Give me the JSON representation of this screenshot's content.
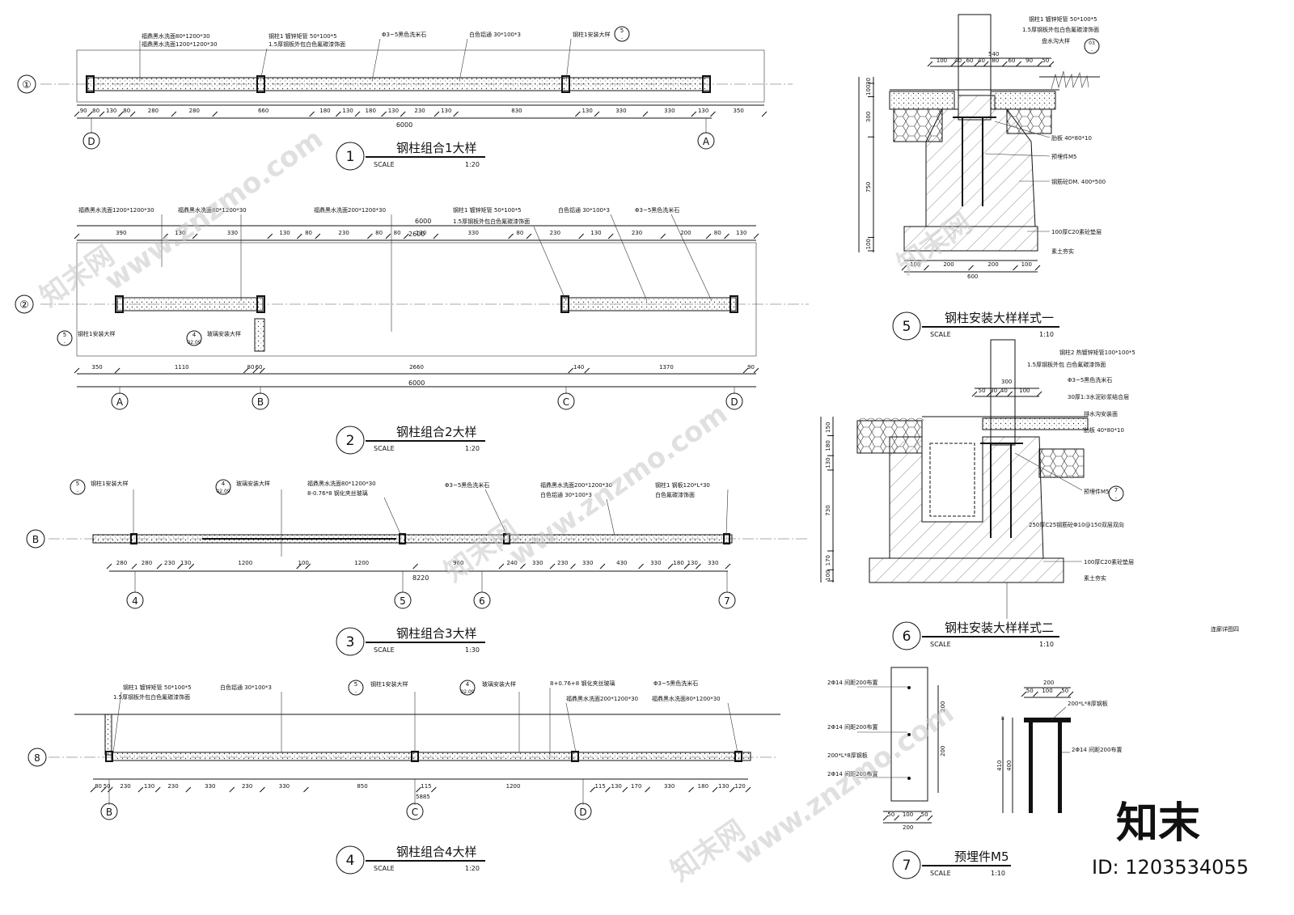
{
  "drawings": {
    "d1": {
      "num": "1",
      "title": "钢柱组合1大样",
      "scale_label": "SCALE",
      "scale": "1:20",
      "axis_label": "①",
      "grid_left": "D",
      "grid_right": "A",
      "total": "6000",
      "callouts": [
        "福鼎黑水洗面80*1200*30",
        "福鼎黑水洗面1200*1200*30",
        "钢柱1 镀锌矩管 50*100*5",
        "1.5厚钢板外包白色氟碳漆饰面",
        "Φ3~5黑色洗米石",
        "白色铝通 30*100*3",
        "钢柱1安装大样"
      ],
      "ref": {
        "top": "5",
        "bottom": "-"
      },
      "dims": [
        "90",
        "80",
        "130",
        "80",
        "280",
        "280",
        "660",
        "180",
        "130",
        "180",
        "130",
        "230",
        "130",
        "830",
        "130",
        "330",
        "330",
        "130",
        "350"
      ]
    },
    "d2": {
      "num": "2",
      "title": "钢柱组合2大样",
      "scale_label": "SCALE",
      "scale": "1:20",
      "axis_label": "②",
      "grids": [
        "A",
        "B",
        "C",
        "D"
      ],
      "callouts": [
        "福鼎黑水洗面1200*1200*30",
        "福鼎黑水洗面80*1200*30",
        "福鼎黑水洗面200*1200*30",
        "钢柱1 镀锌矩管 50*100*5",
        "1.5厚钢板外包白色氟碳漆饰面",
        "白色铝通 30*100*3",
        "Φ3~5黑色洗米石",
        "钢柱1安装大样",
        "玻璃安装大样"
      ],
      "refs": [
        {
          "top": "5",
          "bottom": "-"
        },
        {
          "top": "4",
          "bottom": "02.09"
        }
      ],
      "top_total": "6000",
      "top_mid": "2600",
      "top_dims": [
        "390",
        "130",
        "330",
        "130",
        "80",
        "230",
        "80",
        "80",
        "130",
        "330",
        "80",
        "230",
        "130",
        "230",
        "200",
        "80",
        "130"
      ],
      "bottom_total": "6000",
      "bottom_dims": [
        "350",
        "1110",
        "80",
        "60",
        "2660",
        "140",
        "1370",
        "90"
      ]
    },
    "d3": {
      "num": "3",
      "title": "钢柱组合3大样",
      "scale_label": "SCALE",
      "scale": "1:30",
      "axis_label": "B",
      "grids": [
        "4",
        "5",
        "6",
        "7"
      ],
      "total": "8220",
      "callouts": [
        "钢柱1安装大样",
        "玻璃安装大样",
        "福鼎黑水洗面80*1200*30",
        "8-0.76*8 钢化夹丝玻璃",
        "Φ3~5黑色洗米石",
        "福鼎黑水洗面200*1200*30",
        "白色铝通 30*100*3",
        "钢柱1 钢板120*L*30",
        "白色氟碳漆饰面"
      ],
      "refs": [
        {
          "top": "5",
          "bottom": "-"
        },
        {
          "top": "4",
          "bottom": "02.09"
        }
      ],
      "dims": [
        "280",
        "280",
        "230",
        "130",
        "1200",
        "100",
        "1200",
        "960",
        "240",
        "330",
        "230",
        "330",
        "430",
        "330",
        "180",
        "130",
        "330"
      ]
    },
    "d4": {
      "num": "4",
      "title": "钢柱组合4大样",
      "scale_label": "SCALE",
      "scale": "1:20",
      "axis_label": "8",
      "grids": [
        "B",
        "C",
        "D"
      ],
      "total": "5885",
      "callouts": [
        "钢柱1 镀锌矩管 50*100*5",
        "1.5厚钢板外包白色氟碳漆饰面",
        "白色铝通 30*100*3",
        "钢柱1安装大样",
        "玻璃安装大样",
        "8+0.76+8 钢化夹丝玻璃",
        "Φ3~5黑色洗米石",
        "福鼎黑水洗面200*1200*30",
        "福鼎黑水洗面80*1200*30"
      ],
      "refs": [
        {
          "top": "5",
          "bottom": "-"
        },
        {
          "top": "4",
          "bottom": "02.09"
        }
      ],
      "dims": [
        "80",
        "50",
        "230",
        "130",
        "230",
        "330",
        "230",
        "330",
        "850",
        "115",
        "1200",
        "115",
        "130",
        "170",
        "330",
        "180",
        "130",
        "120"
      ]
    },
    "d5": {
      "num": "5",
      "title": "钢柱安装大样样式一",
      "scale_label": "SCALE",
      "scale": "1:10",
      "labels": [
        "钢柱1 镀锌矩管 50*100*5",
        "1.5厚钢板外包白色氟碳漆饰面",
        "盘水沟大样",
        "肋板 40*80*10",
        "预埋件M5",
        "钢筋砼DM. 400*500",
        "100厚C20素砼垫层",
        "素土夯实"
      ],
      "ref": {
        "top": "03",
        "bottom": "-"
      },
      "top_dims": [
        "100",
        "40",
        "60",
        "40",
        "80",
        "60",
        "90",
        "50"
      ],
      "top_total": "540",
      "left_dims": [
        "30",
        "100",
        "300",
        "750",
        "100"
      ],
      "bottom_dims": [
        "100",
        "200",
        "200",
        "100"
      ],
      "bottom_total": "600"
    },
    "d6": {
      "num": "6",
      "title": "钢柱安装大样样式二",
      "scale_label": "SCALE",
      "scale": "1:10",
      "labels": [
        "钢柱2 热镀锌矩管100*100*5",
        "1.5厚钢板外包 白色氟碳漆饰面",
        "Φ3~5黑色洗米石",
        "30厚1:3水泥砂浆结合层",
        "排水沟安装面",
        "肋板 40*80*10",
        "预埋件M5",
        "250厚C25钢筋砼Φ10@150双层双向",
        "100厚C20素砼垫层",
        "素土夯实"
      ],
      "ref": {
        "top": "7",
        "bottom": "-"
      },
      "top_dims": [
        "50",
        "30",
        "40",
        "100"
      ],
      "top_total": "300",
      "left_dims": [
        "150",
        "180",
        "130",
        "730",
        "170",
        "100"
      ],
      "side_note": "连廊详图四"
    },
    "d7": {
      "num": "7",
      "title": "预埋件M5",
      "scale_label": "SCALE",
      "scale": "1:10",
      "labels": [
        "2Φ14 间距200布置",
        "2Φ14 间距200布置",
        "200*L*8厚钢板",
        "2Φ14 间距200布置",
        "200*L*8厚钢板",
        "2Φ14 间距200布置"
      ],
      "plan_dims": [
        "200",
        "200"
      ],
      "plan_bottom": [
        "50",
        "100",
        "50"
      ],
      "plan_total": "200",
      "sec_top": [
        "50",
        "100",
        "50"
      ],
      "sec_total": "200",
      "sec_left": [
        "8",
        "410",
        "400"
      ]
    }
  },
  "watermark": {
    "logo": "知末",
    "id": "ID: 1203534055",
    "site": "www.znzmo.com",
    "site_cn": "知末网"
  }
}
